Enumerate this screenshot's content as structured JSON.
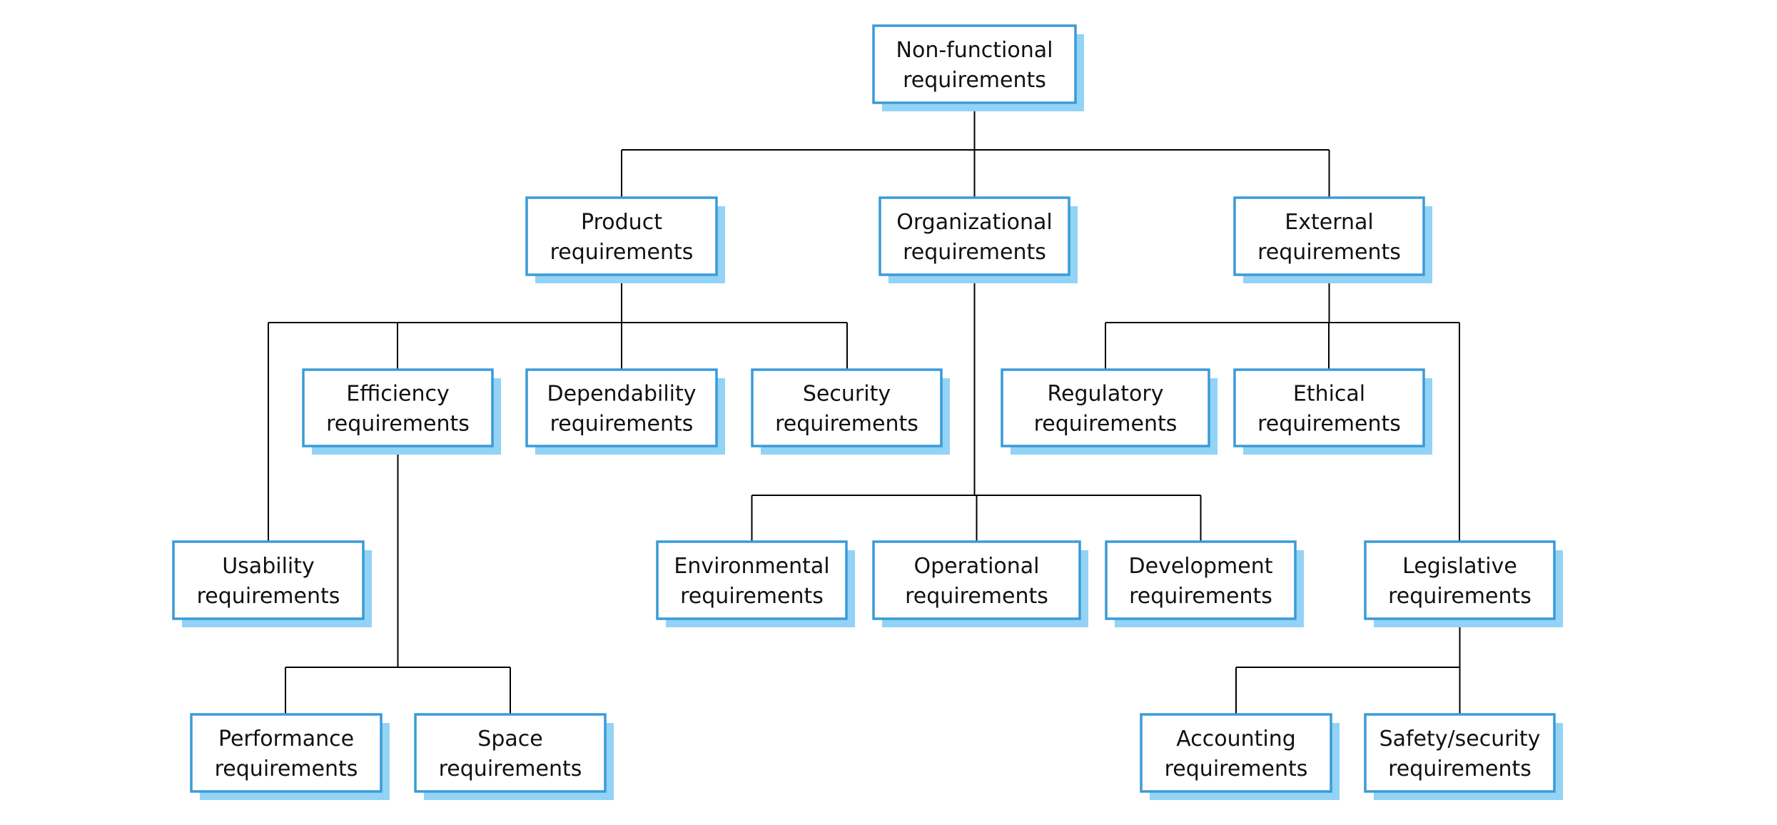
{
  "diagram": {
    "nodes": [
      {
        "id": "nonfunctional",
        "line1": "Non-functional",
        "line2": "requirements"
      },
      {
        "id": "product",
        "line1": "Product",
        "line2": "requirements"
      },
      {
        "id": "organizational",
        "line1": "Organizational",
        "line2": "requirements"
      },
      {
        "id": "external",
        "line1": "External",
        "line2": "requirements"
      },
      {
        "id": "efficiency",
        "line1": "Efficiency",
        "line2": "requirements"
      },
      {
        "id": "dependability",
        "line1": "Dependability",
        "line2": "requirements"
      },
      {
        "id": "security",
        "line1": "Security",
        "line2": "requirements"
      },
      {
        "id": "regulatory",
        "line1": "Regulatory",
        "line2": "requirements"
      },
      {
        "id": "ethical",
        "line1": "Ethical",
        "line2": "requirements"
      },
      {
        "id": "usability",
        "line1": "Usability",
        "line2": "requirements"
      },
      {
        "id": "environmental",
        "line1": "Environmental",
        "line2": "requirements"
      },
      {
        "id": "operational",
        "line1": "Operational",
        "line2": "requirements"
      },
      {
        "id": "development",
        "line1": "Development",
        "line2": "requirements"
      },
      {
        "id": "legislative",
        "line1": "Legislative",
        "line2": "requirements"
      },
      {
        "id": "performance",
        "line1": "Performance",
        "line2": "requirements"
      },
      {
        "id": "space",
        "line1": "Space",
        "line2": "requirements"
      },
      {
        "id": "accounting",
        "line1": "Accounting",
        "line2": "requirements"
      },
      {
        "id": "safety",
        "line1": "Safety/security",
        "line2": "requirements"
      }
    ],
    "edges": [
      [
        "nonfunctional",
        "product"
      ],
      [
        "nonfunctional",
        "organizational"
      ],
      [
        "nonfunctional",
        "external"
      ],
      [
        "product",
        "usability"
      ],
      [
        "product",
        "efficiency"
      ],
      [
        "product",
        "dependability"
      ],
      [
        "product",
        "security"
      ],
      [
        "efficiency",
        "performance"
      ],
      [
        "efficiency",
        "space"
      ],
      [
        "organizational",
        "environmental"
      ],
      [
        "organizational",
        "operational"
      ],
      [
        "organizational",
        "development"
      ],
      [
        "external",
        "regulatory"
      ],
      [
        "external",
        "ethical"
      ],
      [
        "external",
        "legislative"
      ],
      [
        "legislative",
        "accounting"
      ],
      [
        "legislative",
        "safety"
      ]
    ]
  }
}
